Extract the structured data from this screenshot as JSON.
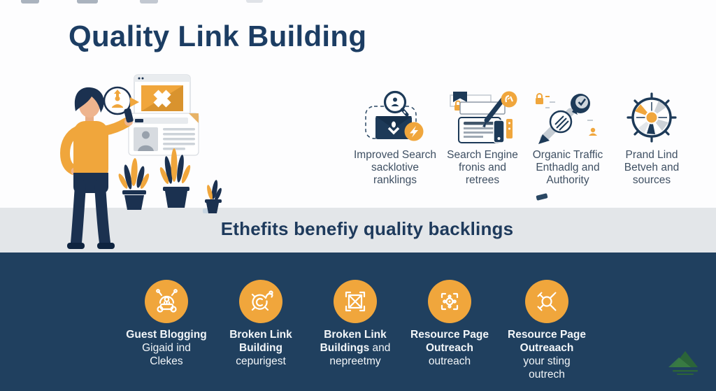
{
  "title": "Quality Link Building",
  "band": {
    "text": "Ethefits benefiy quality backlings"
  },
  "features": [
    {
      "icon": "search-mail-icon",
      "lines": [
        "Improved Search",
        "sacklotive",
        "ranklings"
      ]
    },
    {
      "icon": "content-pen-icon",
      "lines": [
        "Search Engine",
        "fronis and",
        "retrees"
      ]
    },
    {
      "icon": "pen-check-icon",
      "lines": [
        "Organic Traffic",
        "Enthadlg and",
        "Authority"
      ]
    },
    {
      "icon": "wheel-icon",
      "lines": [
        "Prand Lind",
        "Betveh and",
        "sources"
      ]
    }
  ],
  "strategies": [
    {
      "icon": "robot-crawler-icon",
      "l1": "Guest Blogging",
      "l2": "Gigaid ind",
      "l3": "Clekes"
    },
    {
      "icon": "target-question-icon",
      "l1": "Broken Link",
      "l2": "Building",
      "l3": "cepurigest"
    },
    {
      "icon": "broken-square-icon",
      "l1": "Broken Link",
      "l2b": "Buildings",
      "l2r": " and",
      "l3": "nepreetmy"
    },
    {
      "icon": "scan-frame-icon",
      "l1": "Resource Page",
      "l2": "Outreach",
      "l3": "outreach"
    },
    {
      "icon": "crossed-tools-icon",
      "l1": "Resource Page",
      "l2": "Outreaach",
      "l3": "your sting",
      "l4": "outrech"
    }
  ],
  "colors": {
    "orange": "#F0A63C",
    "navy": "#1D3A58",
    "navy_band": "#20405F",
    "gray_band": "#E3E6E9",
    "title_navy": "#1C3D63",
    "logo_green": "#377B3C"
  }
}
